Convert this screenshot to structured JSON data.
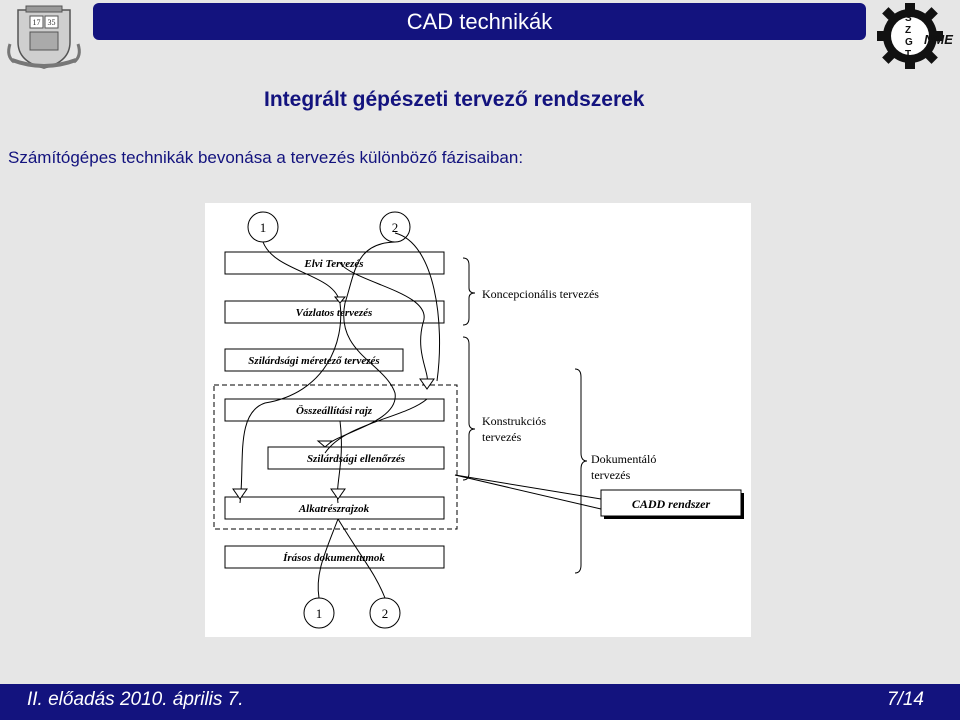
{
  "header": {
    "title": "CAD technikák"
  },
  "logos": {
    "right_text": "NME",
    "right_letters": [
      "S",
      "Z",
      "G",
      "T"
    ],
    "left_years": [
      "17",
      "35"
    ]
  },
  "slide": {
    "title": "Integrált gépészeti tervező rendszerek",
    "subtitle": "Számítógépes technikák bevonása a tervezés különböző fázisaiban:"
  },
  "figure": {
    "circles_top": [
      "1",
      "2"
    ],
    "circles_bottom": [
      "1",
      "2"
    ],
    "boxes": [
      "Elvi Tervezés",
      "Vázlatos tervezés",
      "Szilárdsági méretező tervezés",
      "Összeállítási rajz",
      "Szilárdsági ellenőrzés",
      "Alkatrészrajzok",
      "Írásos dokumentumok"
    ],
    "phase_conceptual": "Koncepcionális tervezés",
    "phase_construction": [
      "Konstrukciós",
      "tervezés"
    ],
    "phase_documentation": [
      "Dokumentáló",
      "tervezés"
    ],
    "cadd": "CADD rendszer"
  },
  "footer": {
    "left": "II. előadás 2010. április 7.",
    "right": "7/14"
  }
}
